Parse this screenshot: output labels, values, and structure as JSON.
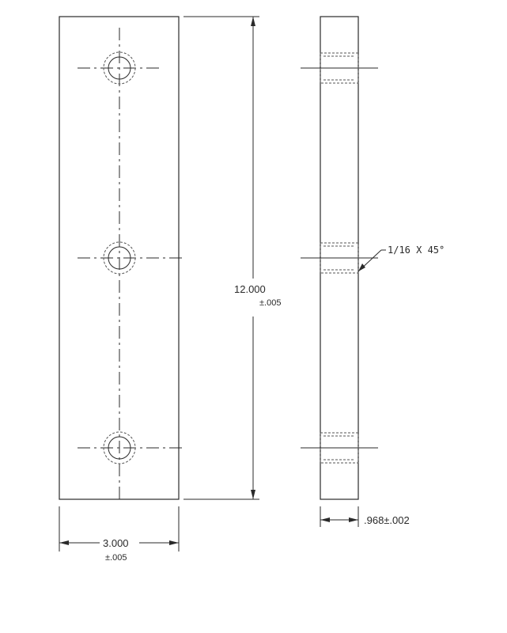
{
  "dimensions": {
    "length": {
      "value": "12.000",
      "tolerance": "±.005"
    },
    "width": {
      "value": "3.000",
      "tolerance": "±.005"
    },
    "thickness": {
      "value": ".968±.002"
    }
  },
  "notes": {
    "chamfer": "1/16 X 45°"
  },
  "colors": {
    "line": "#2a2a2a",
    "background": "#ffffff"
  }
}
